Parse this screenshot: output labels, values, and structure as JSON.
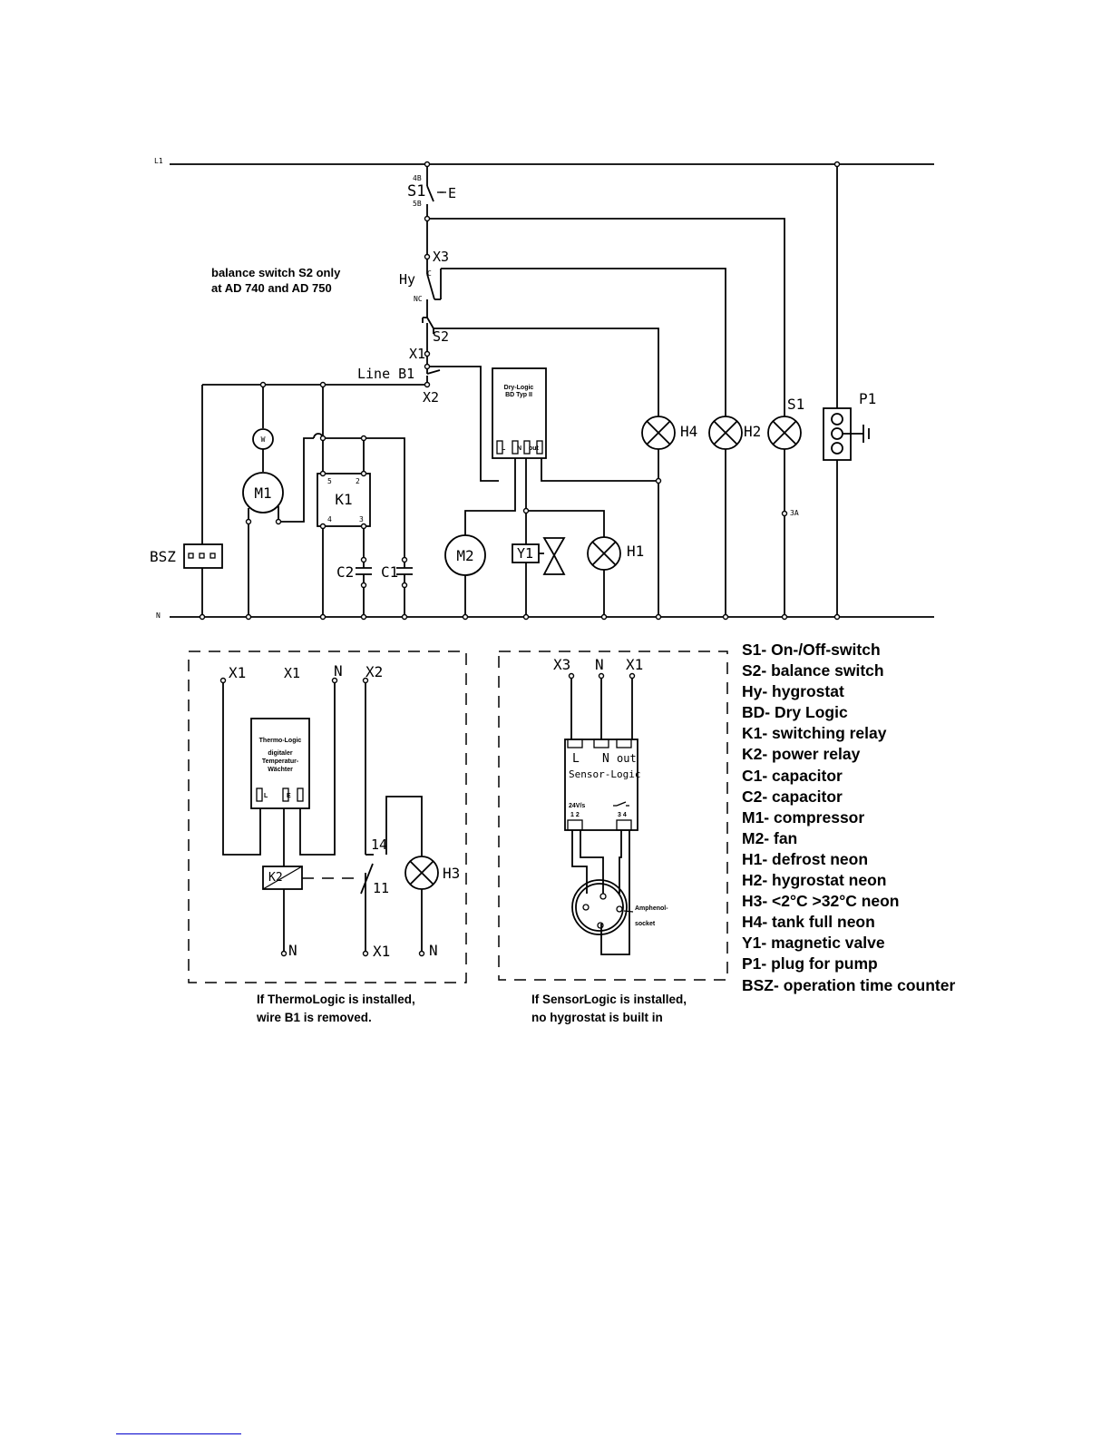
{
  "rails": {
    "l1": "L1",
    "n": "N"
  },
  "main_labels": {
    "s1_switch": "S1",
    "s1_top_pin": "4B",
    "s1_bottom_pin": "5B",
    "s1_actuator": "E",
    "x3": "X3",
    "hy": "Hy",
    "hy_c": "C",
    "hy_nc": "NC",
    "s2": "S2",
    "x1": "X1",
    "line_b1": "Line  B1",
    "x2": "X2",
    "drylogic_l1": "Dry-Logic",
    "drylogic_l2": "BD Typ II",
    "drylogic_pin_l": "L",
    "drylogic_pin_n": "N",
    "drylogic_pin_out": "out",
    "w": "W",
    "m1": "M1",
    "k1": "K1",
    "k1_p5": "5",
    "k1_p2": "2",
    "k1_p4": "4",
    "k1_p3": "3",
    "bsz": "BSZ",
    "c2": "C2",
    "c1": "C1",
    "m2": "M2",
    "y1": "Y1",
    "h1": "H1",
    "h4": "H4",
    "h2": "H2",
    "s1_neon": "S1",
    "fuse": "3A",
    "p1": "P1"
  },
  "balance_note": [
    "balance switch S2 only",
    "at AD 740 and AD 750"
  ],
  "thermo_box": {
    "x1a": "X1",
    "x1b": "X1",
    "n": "N",
    "x2": "X2",
    "module_l1": "Thermo-Logic",
    "module_l2": "digitaler",
    "module_l3": "Temperatur-",
    "module_l4": "Wächter",
    "pin_l": "L",
    "pin_e": "E",
    "k2": "K2",
    "c14": "14",
    "c11": "11",
    "h3": "H3",
    "bottom_n1": "N",
    "bottom_x1": "X1",
    "bottom_n2": "N",
    "note": [
      "If ThermoLogic is installed,",
      "wire B1 is removed."
    ]
  },
  "sensor_box": {
    "x3": "X3",
    "n": "N",
    "x1": "X1",
    "pin_l": "L",
    "pin_n": "N",
    "pin_out": "out",
    "module_name": "Sensor-Logic",
    "sensor_pins": "24V/s",
    "pin_12": "1  2",
    "pin_34": "3  4",
    "amphenol": [
      "Amphenol-",
      "socket"
    ],
    "note": [
      "If SensorLogic is installed,",
      "no hygrostat is built in"
    ]
  },
  "legend": [
    "S1- On-/Off-switch",
    "S2- balance switch",
    "Hy- hygrostat",
    "BD- Dry Logic",
    "K1- switching relay",
    "K2- power relay",
    "C1- capacitor",
    "C2- capacitor",
    "M1- compressor",
    "M2- fan",
    "H1- defrost neon",
    "H2- hygrostat neon",
    "H3- <2°C >32°C neon",
    "H4- tank full neon",
    "Y1- magnetic valve",
    "P1- plug for pump",
    "BSZ- operation time counter"
  ]
}
